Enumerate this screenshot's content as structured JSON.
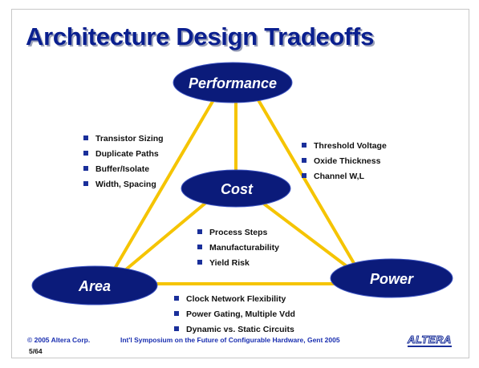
{
  "slide": {
    "title": "Architecture Design Tradeoffs",
    "nodes": {
      "performance": "Performance",
      "cost": "Cost",
      "area": "Area",
      "power": "Power"
    },
    "lists": {
      "performance_area": [
        "Transistor Sizing",
        "Duplicate Paths",
        "Buffer/Isolate",
        "Width, Spacing"
      ],
      "performance_power": [
        "Threshold Voltage",
        "Oxide Thickness",
        "Channel W,L"
      ],
      "cost": [
        "Process Steps",
        "Manufacturability",
        "Yield Risk"
      ],
      "area_power": [
        "Clock Network Flexibility",
        "Power Gating, Multiple Vdd",
        "Dynamic vs. Static Circuits"
      ]
    },
    "colors": {
      "title": "#0a1f8f",
      "node_fill": "#0b1b7a",
      "connector": "#f5c400",
      "bullet": "#1a2f9a"
    },
    "footer": {
      "copyright": "© 2005 Altera Corp.",
      "event": "Int'l Symposium on the Future of Configurable Hardware, Gent 2005",
      "page": "5/64",
      "logo": "ALTERA"
    }
  }
}
